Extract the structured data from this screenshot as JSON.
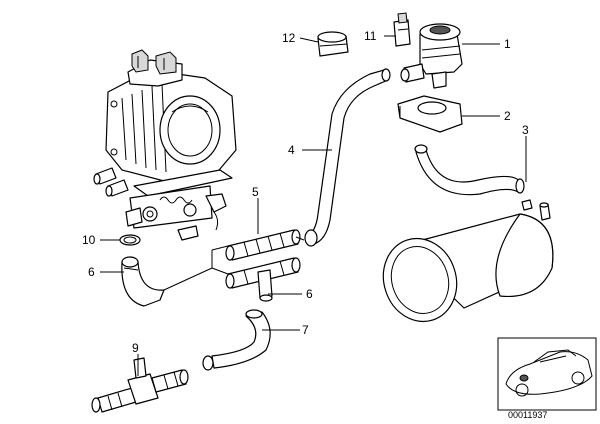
{
  "callouts": [
    {
      "id": "1",
      "text": "1"
    },
    {
      "id": "2",
      "text": "2"
    },
    {
      "id": "3",
      "text": "3"
    },
    {
      "id": "4",
      "text": "4"
    },
    {
      "id": "5",
      "text": "5"
    },
    {
      "id": "6a",
      "text": "6"
    },
    {
      "id": "6b",
      "text": "6"
    },
    {
      "id": "7",
      "text": "7"
    },
    {
      "id": "9",
      "text": "9"
    },
    {
      "id": "10",
      "text": "10"
    },
    {
      "id": "11",
      "text": "11"
    },
    {
      "id": "12",
      "text": "12"
    }
  ],
  "reference_number": "00011937"
}
